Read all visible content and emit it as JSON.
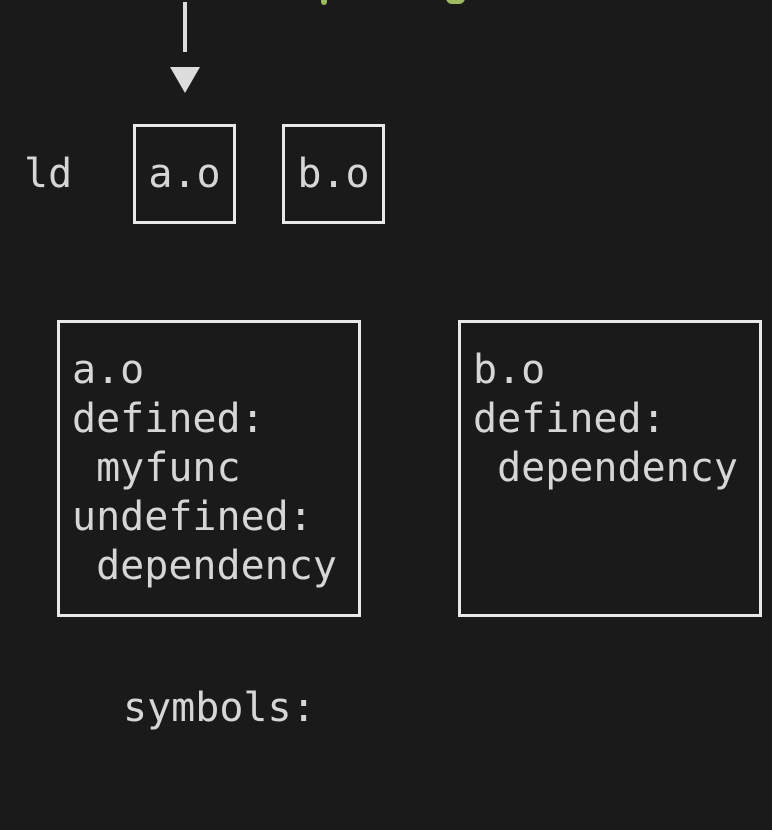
{
  "colors": {
    "background": "#1a1a1a",
    "text": "#d6d6d6",
    "box_border": "#e9e9e9",
    "arrow": "#dcdcdc",
    "green_fragment": "#9cba5f"
  },
  "linker": {
    "label": "ld",
    "inputs": [
      {
        "label": "a.o"
      },
      {
        "label": "b.o"
      }
    ]
  },
  "symbol_tables": [
    {
      "lines": [
        "a.o",
        "defined:",
        " myfunc",
        "undefined:",
        " dependency"
      ]
    },
    {
      "lines": [
        "b.o",
        "defined:",
        " dependency"
      ]
    }
  ],
  "footer": {
    "label": "symbols:"
  }
}
